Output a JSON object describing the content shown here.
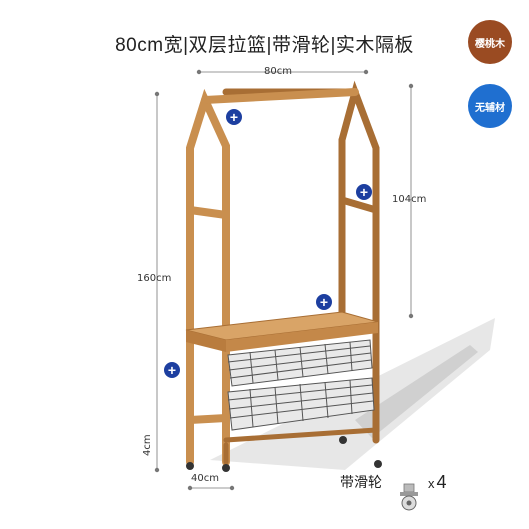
{
  "title": "80cm宽|双层拉篮|带滑轮|实木隔板",
  "badges": {
    "material": "樱桃木",
    "no_aux": "无辅材"
  },
  "dimensions": {
    "width": "80cm",
    "height": "160cm",
    "side_height": "104cm",
    "depth": "40cm",
    "clearance": "4cm"
  },
  "caster": {
    "label": "带滑轮",
    "times": "x",
    "count": "4"
  },
  "colors": {
    "wood": "#c98f4f",
    "wood_dark": "#a86e34",
    "basket": "#5a5a5a",
    "plus_marker": "#1d3fa0",
    "badge_cherry": "#9a4b22",
    "badge_noaux": "#1f6fd0"
  }
}
